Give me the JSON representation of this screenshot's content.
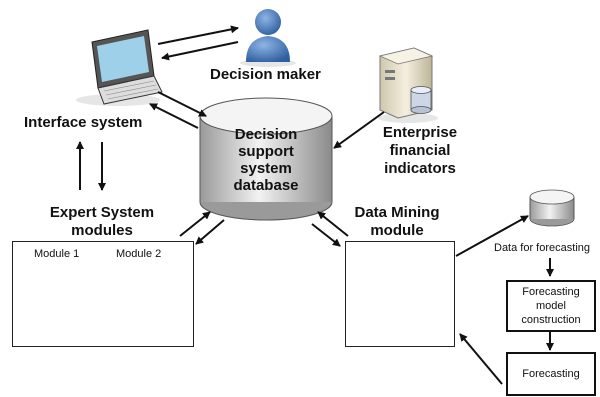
{
  "nodes": {
    "decision_maker": "Decision maker",
    "interface_system": "Interface system",
    "database": [
      "Decision",
      "support",
      "system",
      "database"
    ],
    "enterprise": [
      "Enterprise",
      "financial",
      "indicators"
    ],
    "expert_system": [
      "Expert System",
      "modules"
    ],
    "module1": "Module 1",
    "module2": "Module 2",
    "data_mining": [
      "Data Mining",
      "module"
    ],
    "data_for_forecasting": "Data for forecasting",
    "forecasting_model": [
      "Forecasting",
      "model",
      "construction"
    ],
    "forecasting": "Forecasting"
  },
  "icons": [
    "laptop-icon",
    "person-icon",
    "server-icon",
    "database-icon"
  ],
  "colors": {
    "person_blue": "#3f6fb0",
    "cylinder_gray": "#c8c8c8",
    "server_beige": "#e9e3cf",
    "arrow": "#111111"
  }
}
